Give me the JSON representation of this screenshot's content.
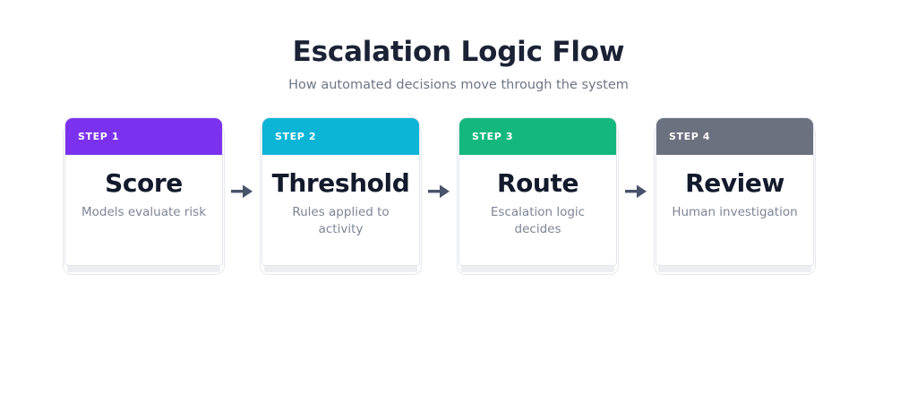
{
  "header": {
    "title": "Escalation Logic Flow",
    "subtitle": "How automated decisions move through the system"
  },
  "colors": {
    "background": "#ffffff",
    "title_text": "#1b2235",
    "subtitle_text": "#6d7686",
    "card_title_text": "#121a2c",
    "card_desc_text": "#7c8594",
    "card_border": "#e4e6ec",
    "card_base": "#eceef2",
    "arrow": "#49536b",
    "step1": "#7b32ee",
    "step2": "#0cb4d6",
    "step3": "#14b87c",
    "step4": "#6b717f"
  },
  "flow": {
    "arrow_icon": "arrow-right-icon",
    "steps": [
      {
        "badge": "STEP 1",
        "title": "Score",
        "description": "Models evaluate risk",
        "color": "#7b32ee"
      },
      {
        "badge": "STEP 2",
        "title": "Threshold",
        "description": "Rules applied to activity",
        "color": "#0cb4d6"
      },
      {
        "badge": "STEP 3",
        "title": "Route",
        "description": "Escalation logic decides",
        "color": "#14b87c"
      },
      {
        "badge": "STEP 4",
        "title": "Review",
        "description": "Human investigation",
        "color": "#6b717f"
      }
    ]
  }
}
